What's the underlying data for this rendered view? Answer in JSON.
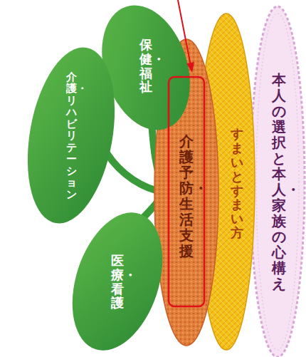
{
  "diagram": {
    "nodes": [
      {
        "text": [
          "保健・福祉"
        ]
      },
      {
        "text": [
          "介護・リハビリテーション"
        ]
      },
      {
        "text": [
          "医療・看護"
        ]
      },
      {
        "text": [
          "介護予防・生活支援"
        ]
      },
      {
        "text": [
          "すまいとすまい方"
        ]
      },
      {
        "text": [
          "本人の選択と本人・家族の心構え"
        ]
      }
    ]
  }
}
